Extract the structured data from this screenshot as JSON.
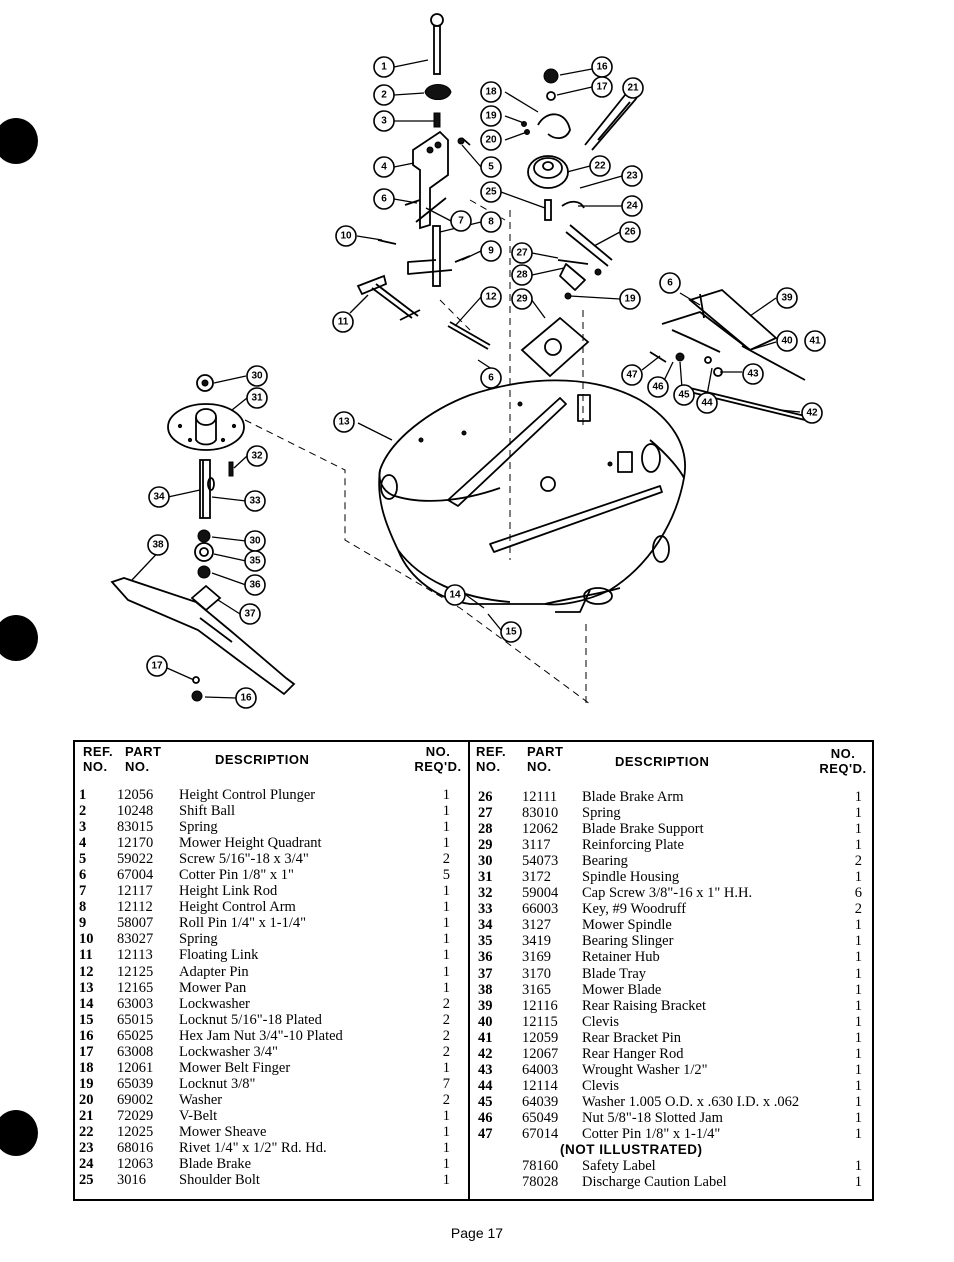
{
  "callouts": [
    "1",
    "2",
    "3",
    "4",
    "5",
    "6",
    "7",
    "8",
    "9",
    "10",
    "11",
    "12",
    "13",
    "14",
    "15",
    "16",
    "17",
    "18",
    "19",
    "20",
    "21",
    "22",
    "23",
    "24",
    "25",
    "26",
    "27",
    "28",
    "29",
    "30",
    "31",
    "32",
    "33",
    "34",
    "35",
    "36",
    "37",
    "38",
    "39",
    "40",
    "41",
    "42",
    "43",
    "44",
    "45",
    "46",
    "47"
  ],
  "table": {
    "headers": {
      "ref_no": "REF. NO.",
      "part_no": "PART NO.",
      "description": "DESCRIPTION",
      "qty": "NO. REQ'D."
    },
    "left_rows": [
      {
        "ref": "1",
        "part": "12056",
        "desc": "Height Control Plunger",
        "qty": "1"
      },
      {
        "ref": "2",
        "part": "10248",
        "desc": "Shift Ball",
        "qty": "1"
      },
      {
        "ref": "3",
        "part": "83015",
        "desc": "Spring",
        "qty": "1"
      },
      {
        "ref": "4",
        "part": "12170",
        "desc": "Mower Height Quadrant",
        "qty": "1"
      },
      {
        "ref": "5",
        "part": "59022",
        "desc": "Screw 5/16\"-18 x 3/4\"",
        "qty": "2"
      },
      {
        "ref": "6",
        "part": "67004",
        "desc": "Cotter Pin 1/8\" x 1\"",
        "qty": "5"
      },
      {
        "ref": "7",
        "part": "12117",
        "desc": "Height Link Rod",
        "qty": "1"
      },
      {
        "ref": "8",
        "part": "12112",
        "desc": "Height Control Arm",
        "qty": "1"
      },
      {
        "ref": "9",
        "part": "58007",
        "desc": "Roll Pin 1/4\" x 1-1/4\"",
        "qty": "1"
      },
      {
        "ref": "10",
        "part": "83027",
        "desc": "Spring",
        "qty": "1"
      },
      {
        "ref": "11",
        "part": "12113",
        "desc": "Floating Link",
        "qty": "1"
      },
      {
        "ref": "12",
        "part": "12125",
        "desc": "Adapter Pin",
        "qty": "1"
      },
      {
        "ref": "13",
        "part": "12165",
        "desc": "Mower Pan",
        "qty": "1"
      },
      {
        "ref": "14",
        "part": "63003",
        "desc": "Lockwasher",
        "qty": "2"
      },
      {
        "ref": "15",
        "part": "65015",
        "desc": "Locknut 5/16\"-18 Plated",
        "qty": "2"
      },
      {
        "ref": "16",
        "part": "65025",
        "desc": "Hex Jam Nut 3/4\"-10 Plated",
        "qty": "2"
      },
      {
        "ref": "17",
        "part": "63008",
        "desc": "Lockwasher 3/4\"",
        "qty": "2"
      },
      {
        "ref": "18",
        "part": "12061",
        "desc": "Mower Belt Finger",
        "qty": "1"
      },
      {
        "ref": "19",
        "part": "65039",
        "desc": "Locknut 3/8\"",
        "qty": "7"
      },
      {
        "ref": "20",
        "part": "69002",
        "desc": "Washer",
        "qty": "2"
      },
      {
        "ref": "21",
        "part": "72029",
        "desc": "V-Belt",
        "qty": "1"
      },
      {
        "ref": "22",
        "part": "12025",
        "desc": "Mower Sheave",
        "qty": "1"
      },
      {
        "ref": "23",
        "part": "68016",
        "desc": "Rivet 1/4\" x 1/2\" Rd. Hd.",
        "qty": "1"
      },
      {
        "ref": "24",
        "part": "12063",
        "desc": "Blade Brake",
        "qty": "1"
      },
      {
        "ref": "25",
        "part": "3016",
        "desc": "Shoulder Bolt",
        "qty": "1"
      }
    ],
    "right_rows": [
      {
        "ref": "26",
        "part": "12111",
        "desc": "Blade Brake Arm",
        "qty": "1"
      },
      {
        "ref": "27",
        "part": "83010",
        "desc": "Spring",
        "qty": "1"
      },
      {
        "ref": "28",
        "part": "12062",
        "desc": "Blade Brake Support",
        "qty": "1"
      },
      {
        "ref": "29",
        "part": "3117",
        "desc": "Reinforcing Plate",
        "qty": "1"
      },
      {
        "ref": "30",
        "part": "54073",
        "desc": "Bearing",
        "qty": "2"
      },
      {
        "ref": "31",
        "part": "3172",
        "desc": "Spindle Housing",
        "qty": "1"
      },
      {
        "ref": "32",
        "part": "59004",
        "desc": "Cap Screw 3/8\"-16 x 1\" H.H.",
        "qty": "6"
      },
      {
        "ref": "33",
        "part": "66003",
        "desc": "Key, #9 Woodruff",
        "qty": "2"
      },
      {
        "ref": "34",
        "part": "3127",
        "desc": "Mower Spindle",
        "qty": "1"
      },
      {
        "ref": "35",
        "part": "3419",
        "desc": "Bearing Slinger",
        "qty": "1"
      },
      {
        "ref": "36",
        "part": "3169",
        "desc": "Retainer Hub",
        "qty": "1"
      },
      {
        "ref": "37",
        "part": "3170",
        "desc": "Blade Tray",
        "qty": "1"
      },
      {
        "ref": "38",
        "part": "3165",
        "desc": "Mower Blade",
        "qty": "1"
      },
      {
        "ref": "39",
        "part": "12116",
        "desc": "Rear Raising Bracket",
        "qty": "1"
      },
      {
        "ref": "40",
        "part": "12115",
        "desc": "Clevis",
        "qty": "1"
      },
      {
        "ref": "41",
        "part": "12059",
        "desc": "Rear Bracket Pin",
        "qty": "1"
      },
      {
        "ref": "42",
        "part": "12067",
        "desc": "Rear Hanger Rod",
        "qty": "1"
      },
      {
        "ref": "43",
        "part": "64003",
        "desc": "Wrought Washer 1/2\"",
        "qty": "1"
      },
      {
        "ref": "44",
        "part": "12114",
        "desc": "Clevis",
        "qty": "1"
      },
      {
        "ref": "45",
        "part": "64039",
        "desc": "Washer 1.005 O.D. x .630 I.D. x .062",
        "qty": "1"
      },
      {
        "ref": "46",
        "part": "65049",
        "desc": "Nut 5/8\"-18 Slotted Jam",
        "qty": "1"
      },
      {
        "ref": "47",
        "part": "67014",
        "desc": "Cotter Pin 1/8\" x 1-1/4\"",
        "qty": "1"
      }
    ],
    "not_illustrated_label": "(NOT ILLUSTRATED)",
    "not_illustrated_rows": [
      {
        "ref": "",
        "part": "78160",
        "desc": "Safety Label",
        "qty": "1"
      },
      {
        "ref": "",
        "part": "78028",
        "desc": "Discharge Caution Label",
        "qty": "1"
      }
    ]
  },
  "footer": {
    "page_label": "Page 17"
  }
}
